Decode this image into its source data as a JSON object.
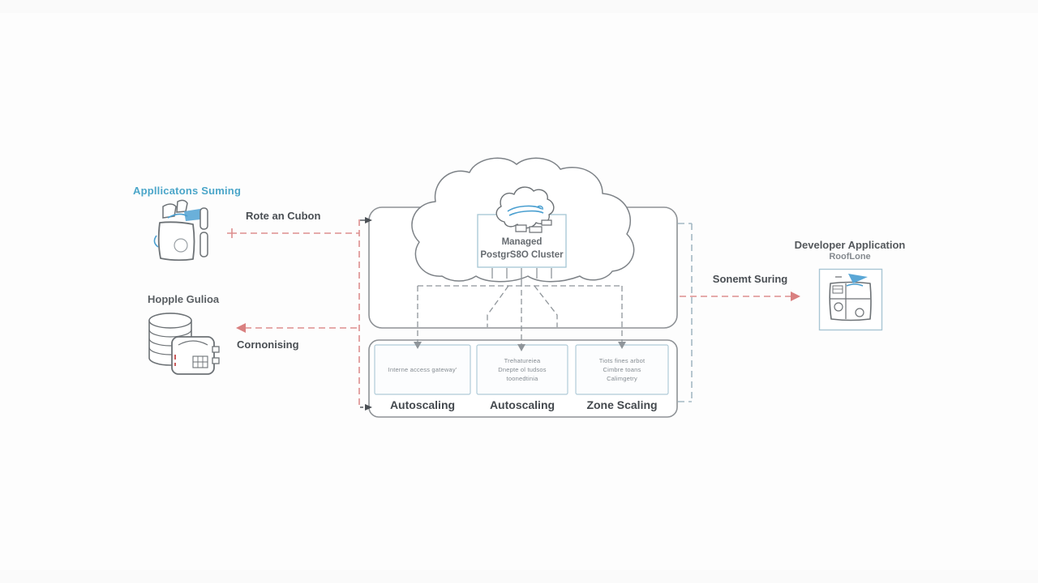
{
  "labels": {
    "app_group_title": "Appllicatons Suming",
    "arrow_in": "Rote an Cubon",
    "db_group_title": "Hopple Gulioa",
    "arrow_out": "Cornonising",
    "cluster_line1": "Managed",
    "cluster_line2": "PostgrS8O Cluster",
    "arrow_right": "Sonemt Suring",
    "dev_title": "Developer Application",
    "dev_subtitle": "RoofLone"
  },
  "bottom_panel": {
    "boxes": [
      {
        "note_lines": [
          "Interne access gateway'"
        ],
        "label": "Autoscaling"
      },
      {
        "note_lines": [
          "Trehatureiea",
          "Dnepte ol tudsos",
          "toonedtinia"
        ],
        "label": "Autoscaling"
      },
      {
        "note_lines": [
          "Tiots fines arbot",
          "Cimbre toans",
          "Calimgetry"
        ],
        "label": "Zone Scaling"
      }
    ]
  },
  "icons": {
    "app": "application-sketch-icon",
    "database": "database-sketch-icon",
    "big_cloud": "cloud-outline-icon",
    "small_cloud": "cloud-doodle-icon",
    "dev": "developer-app-sketch-icon"
  },
  "colors": {
    "accent_blue": "#4BA6C9",
    "arrow_red": "#DD8F8F",
    "sketch_gray": "#6D7276",
    "box_border_gray": "#8E9296",
    "light_blue_border": "#ABC8D6",
    "text_gray": "#4A4F54"
  }
}
